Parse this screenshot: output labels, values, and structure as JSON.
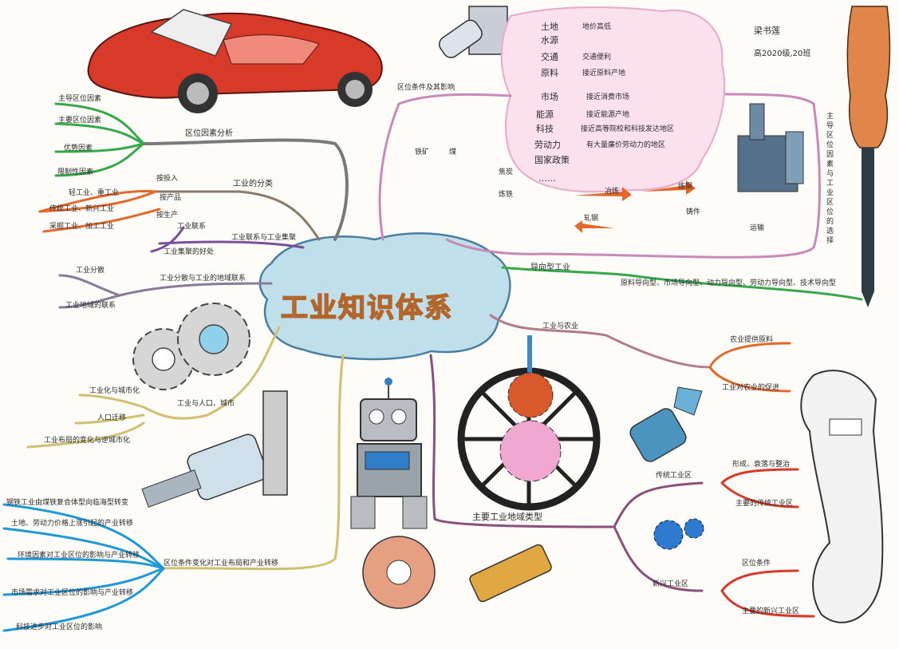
{
  "title": "工业知识体系",
  "author": {
    "name": "梁书莲",
    "class": "高2020级,20班"
  },
  "branches": {
    "location_analysis": {
      "label": "区位因素分析",
      "items": [
        "主导区位因素",
        "主要区位因素",
        "优势因素",
        "限制性因素"
      ]
    },
    "classification": {
      "label": "工业的分类",
      "groups": [
        "按投入",
        "按产品",
        "按生产"
      ],
      "items": [
        "轻工业、重工业",
        "传统工业、新兴工业",
        "采掘工业、加工工业"
      ]
    },
    "linkage": {
      "label": "工业联系与工业集聚",
      "items": [
        "工业联系",
        "工业集聚的好处"
      ]
    },
    "distribution": {
      "label": "工业分散与工业的地域联系",
      "items": [
        "工业分散",
        "工业地域的联系"
      ]
    },
    "urbanization": {
      "label": "工业与人口、城市",
      "items": [
        "工业化与城市化",
        "人口迁移",
        "工业布局的变化与逆城市化"
      ]
    },
    "location_change": {
      "label": "区位条件变化对工业布局和产业转移",
      "items": [
        "钢铁工业由煤铁复合体型向临海型转变",
        "土地、劳动力价格上涨引起的产业转移",
        "环境因素对工业区位的影响与产业转移",
        "市场需求对工业区位的影响与产业转移",
        "科技进步对工业区位的影响"
      ]
    },
    "conditions": {
      "label": "区位条件及其影响",
      "items": [
        {
          "factor": "土地",
          "effect": "地价高低"
        },
        {
          "factor": "水源",
          "effect": ""
        },
        {
          "factor": "交通",
          "effect": "交通便利"
        },
        {
          "factor": "原料",
          "effect": "接近原料产地"
        },
        {
          "factor": "市场",
          "effect": "接近消费市场"
        },
        {
          "factor": "能源",
          "effect": "接近能源产地"
        },
        {
          "factor": "科技",
          "effect": "接近高等院校和科技发达地区"
        },
        {
          "factor": "劳动力",
          "effect": "有大量廉价劳动力的地区"
        },
        {
          "factor": "国家政策",
          "effect": ""
        }
      ],
      "ellipsis": "……",
      "side_label": "主导区位因素与工业区位的选择"
    },
    "process": {
      "labels": [
        "冶炼",
        "炼钢",
        "轧钢",
        "炼铁",
        "铁矿",
        "煤",
        "焦炭",
        "运输",
        "铸件"
      ]
    },
    "orientation": {
      "label": "导向型工业",
      "items": "原料导向型、市场导向型、动力导向型、劳动力导向型、技术导向型"
    },
    "agriculture": {
      "label": "工业与农业",
      "items": [
        "农业提供原料",
        "工业对农业的促进"
      ]
    },
    "regions": {
      "label": "主要工业地域类型",
      "traditional": {
        "label": "传统工业区",
        "items": [
          "形成、衰落与整治",
          "主要的传统工业区"
        ]
      },
      "emerging": {
        "label": "新兴工业区",
        "items": [
          "区位条件",
          "主要的新兴工业区"
        ]
      }
    }
  },
  "colors": {
    "cloud": "#bfe0ea",
    "cloud_outline": "#4a7ea0",
    "title_stroke": "#b3662b",
    "green": "#35a84a",
    "orange": "#e4682a",
    "blue": "#1e98d6",
    "purple": "#8a4f7a",
    "pink": "#f1b9d5",
    "grey": "#8a8a8a",
    "car": "#d83a2a"
  },
  "icons": [
    "car-icon",
    "screwdriver-icon",
    "wrench-icon",
    "robot-icon",
    "gear-icon",
    "wheel-icon",
    "bolt-icon",
    "pipe-fitting-icon",
    "steel-plant-icon"
  ]
}
